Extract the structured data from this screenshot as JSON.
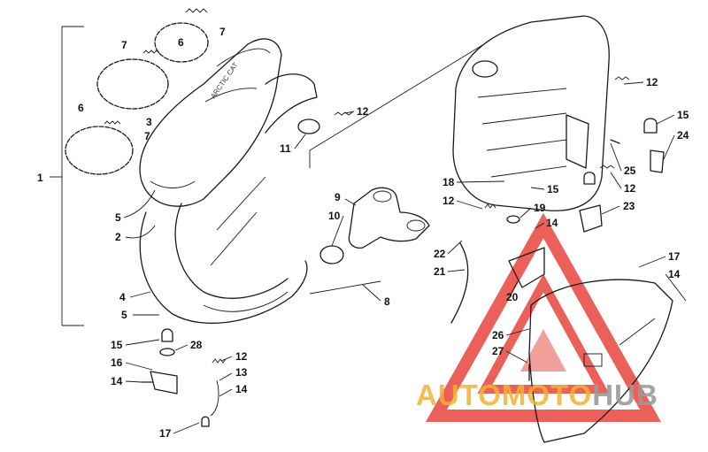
{
  "callouts": {
    "c1": "1",
    "c2": "2",
    "c3": "3",
    "c4": "4",
    "c5a": "5",
    "c5b": "5",
    "c6a": "6",
    "c6b": "6",
    "c7a": "7",
    "c7b": "7",
    "c7c": "7",
    "c8": "8",
    "c9": "9",
    "c10": "10",
    "c11": "11",
    "c12a": "12",
    "c12b": "12",
    "c12c": "12",
    "c12d": "12",
    "c12e": "12",
    "c13": "13",
    "c14a": "14",
    "c14b": "14",
    "c14c": "14",
    "c14d": "14",
    "c15a": "15",
    "c15b": "15",
    "c15c": "15",
    "c16": "16",
    "c17a": "17",
    "c17b": "17",
    "c18": "18",
    "c19": "19",
    "c20": "20",
    "c21": "21",
    "c22": "22",
    "c23": "23",
    "c24": "24",
    "c25": "25",
    "c26": "26",
    "c27": "27",
    "c28": "28"
  },
  "watermark": {
    "part1": "AUTOMOTO",
    "part2": "HUB",
    "color1": "#f2b233",
    "color2": "#9a9a9a",
    "triangle_color": "#e8453c"
  }
}
